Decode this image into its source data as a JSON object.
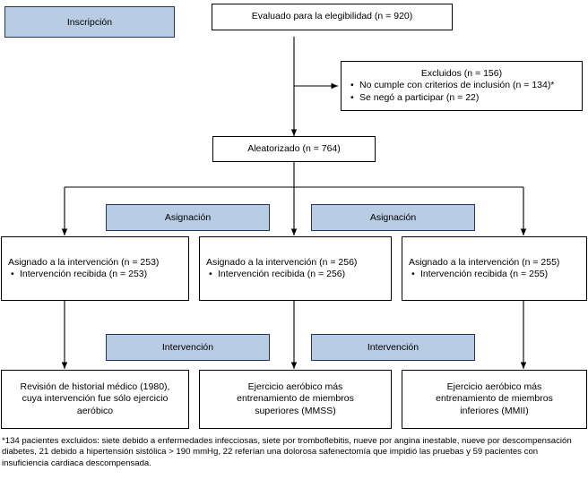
{
  "diagram": {
    "type": "consort-flow-diagram",
    "language": "es",
    "colors": {
      "phase_fill": "#b8cce4",
      "phase_border": "#21365f",
      "node_border": "#000000",
      "node_fill": "#ffffff",
      "connector": "#000000",
      "text": "#000000"
    }
  },
  "phases": {
    "enrollment_label": "Inscripción",
    "allocation_label_left": "Asignación",
    "allocation_label_right": "Asignación",
    "intervention_label_left": "Intervención",
    "intervention_label_right": "Intervención"
  },
  "nodes": {
    "assessed": {
      "text": "Evaluado para la elegibilidad (n = 920)",
      "n": 920
    },
    "excluded": {
      "title": "Excluidos (n = 156)",
      "n": 156,
      "reasons": [
        "No cumple con criterios de inclusión (n = 134)*",
        "Se negó a participar (n = 22)"
      ]
    },
    "randomized": {
      "text": "Aleatorizado (n = 764)",
      "n": 764
    },
    "allocation": [
      {
        "title": "Asignado a la intervención (n = 253)",
        "n": 253,
        "details": [
          "Intervención recibida (n = 253)"
        ]
      },
      {
        "title": "Asignado a la intervención (n = 256)",
        "n": 256,
        "details": [
          "Intervención recibida (n = 256)"
        ]
      },
      {
        "title": "Asignado a la intervención (n = 255)",
        "n": 255,
        "details": [
          "Intervención recibida (n = 255)"
        ]
      }
    ],
    "intervention": [
      {
        "lines": [
          "Revisión de historial médico (1980),",
          "cuya intervención fue sólo ejercicio",
          "aeróbico"
        ]
      },
      {
        "lines": [
          "Ejercicio aeróbico más",
          "entrenamiento de miembros",
          "superiores (MMSS)"
        ]
      },
      {
        "lines": [
          "Ejercicio aeróbico más",
          "entrenamiento de miembros",
          "inferiores (MMII)"
        ]
      }
    ]
  },
  "footnote": {
    "text": "*134 pacientes excluidos: siete debido a enfermedades infecciosas, siete por tromboflebitis, nueve por angina inestable, nueve por descompensación diabetes, 21 debido a hipertensión sistólica > 190 mmHg, 22 referían una dolorosa safenectomía que impidió las pruebas y 59 pacientes con insuficiencia cardiaca descompensada."
  }
}
